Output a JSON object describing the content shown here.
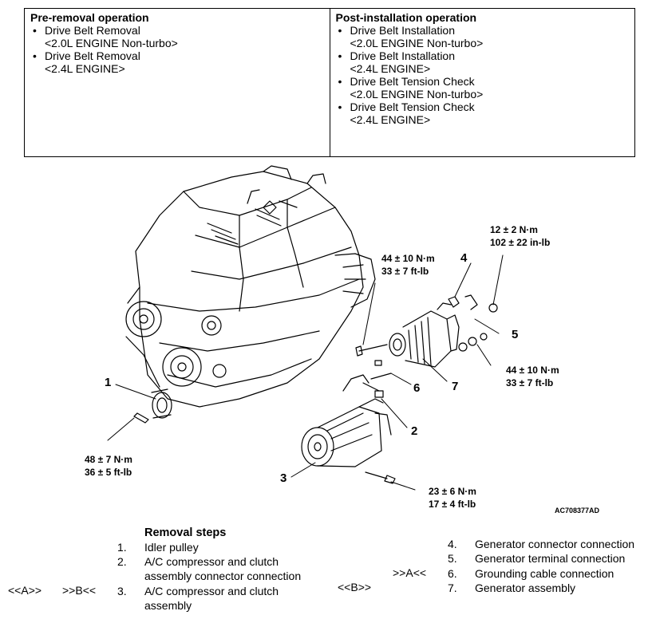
{
  "pre_removal": {
    "heading": "Pre-removal operation",
    "items": [
      {
        "line1": "Drive Belt Removal",
        "line2": "<2.0L ENGINE Non-turbo>"
      },
      {
        "line1": "Drive Belt Removal",
        "line2": "<2.4L ENGINE>"
      }
    ]
  },
  "post_installation": {
    "heading": "Post-installation operation",
    "items": [
      {
        "line1": "Drive Belt Installation",
        "line2": "<2.0L ENGINE Non-turbo>"
      },
      {
        "line1": "Drive Belt Installation",
        "line2": "<2.4L ENGINE>"
      },
      {
        "line1": "Drive Belt Tension Check",
        "line2": " <2.0L ENGINE Non-turbo>"
      },
      {
        "line1": "Drive Belt Tension Check",
        "line2": "<2.4L ENGINE>"
      }
    ]
  },
  "torque": {
    "t1": {
      "nm": "44 ± 10 N·m",
      "imp": "33 ± 7 ft-lb"
    },
    "t2": {
      "nm": "12 ± 2 N·m",
      "imp": "102 ± 22 in-lb"
    },
    "t3": {
      "nm": "44 ± 10 N·m",
      "imp": "33 ± 7 ft-lb"
    },
    "t4": {
      "nm": "48 ± 7 N·m",
      "imp": "36 ± 5 ft-lb"
    },
    "t5": {
      "nm": "23 ± 6 N·m",
      "imp": "17 ± 4 ft-lb"
    }
  },
  "callouts": [
    "1",
    "2",
    "3",
    "4",
    "5",
    "6",
    "7"
  ],
  "figure_code": "AC708377AD",
  "removal": {
    "title": "Removal steps",
    "steps": [
      {
        "n": "1.",
        "l1": "Idler pulley",
        "l2": ""
      },
      {
        "n": "2.",
        "l1": "A/C compressor and clutch",
        "l2": "assembly connector connection"
      },
      {
        "n": "3.",
        "l1": "A/C compressor and clutch",
        "l2": "assembly"
      }
    ],
    "steps_right": [
      {
        "n": "4.",
        "text": "Generator connector connection"
      },
      {
        "n": "5.",
        "text": "Generator terminal connection"
      },
      {
        "n": "6.",
        "text": "Grounding cable connection"
      },
      {
        "n": "7.",
        "text": "Generator assembly"
      }
    ],
    "marks": {
      "a": "<<A>>",
      "b": ">>B<<",
      "a2": ">>A<<",
      "b2": "<<B>>"
    }
  }
}
